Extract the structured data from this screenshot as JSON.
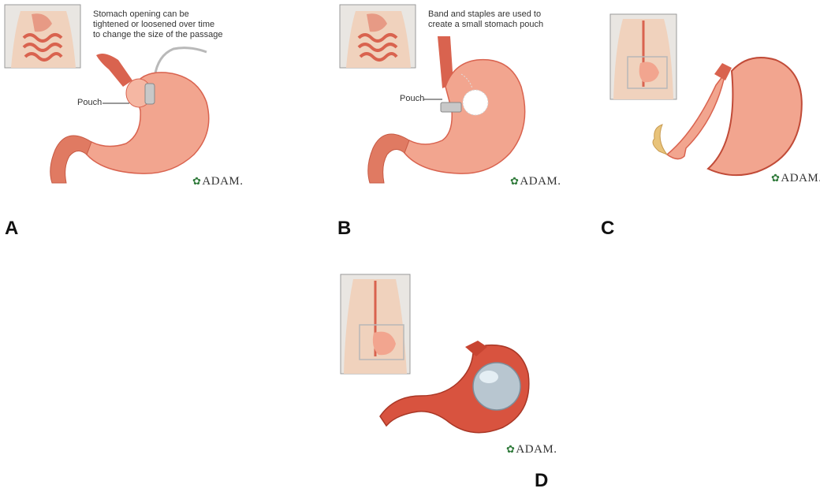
{
  "panels": {
    "a": {
      "letter": "A",
      "caption": "Stomach opening can be\ntightened or loosened over time\nto change the size of the passage",
      "pouch_label": "Pouch",
      "brand": "ADAM."
    },
    "b": {
      "letter": "B",
      "caption": "Band and staples are used to\ncreate a small stomach pouch",
      "pouch_label": "Pouch",
      "brand": "ADAM."
    },
    "c": {
      "letter": "C",
      "brand": "ADAM."
    },
    "d": {
      "letter": "D",
      "brand": "ADAM."
    }
  },
  "colors": {
    "stomach": "#f2a58f",
    "stomach_dark": "#d9634f",
    "intestine": "#e07a62",
    "skin": "#f0d2bd",
    "inset_bg": "#e9e6e2",
    "band": "#c8c8c8",
    "balloon": "#b8c6d0",
    "brand_leaf": "#2f7a3a"
  }
}
